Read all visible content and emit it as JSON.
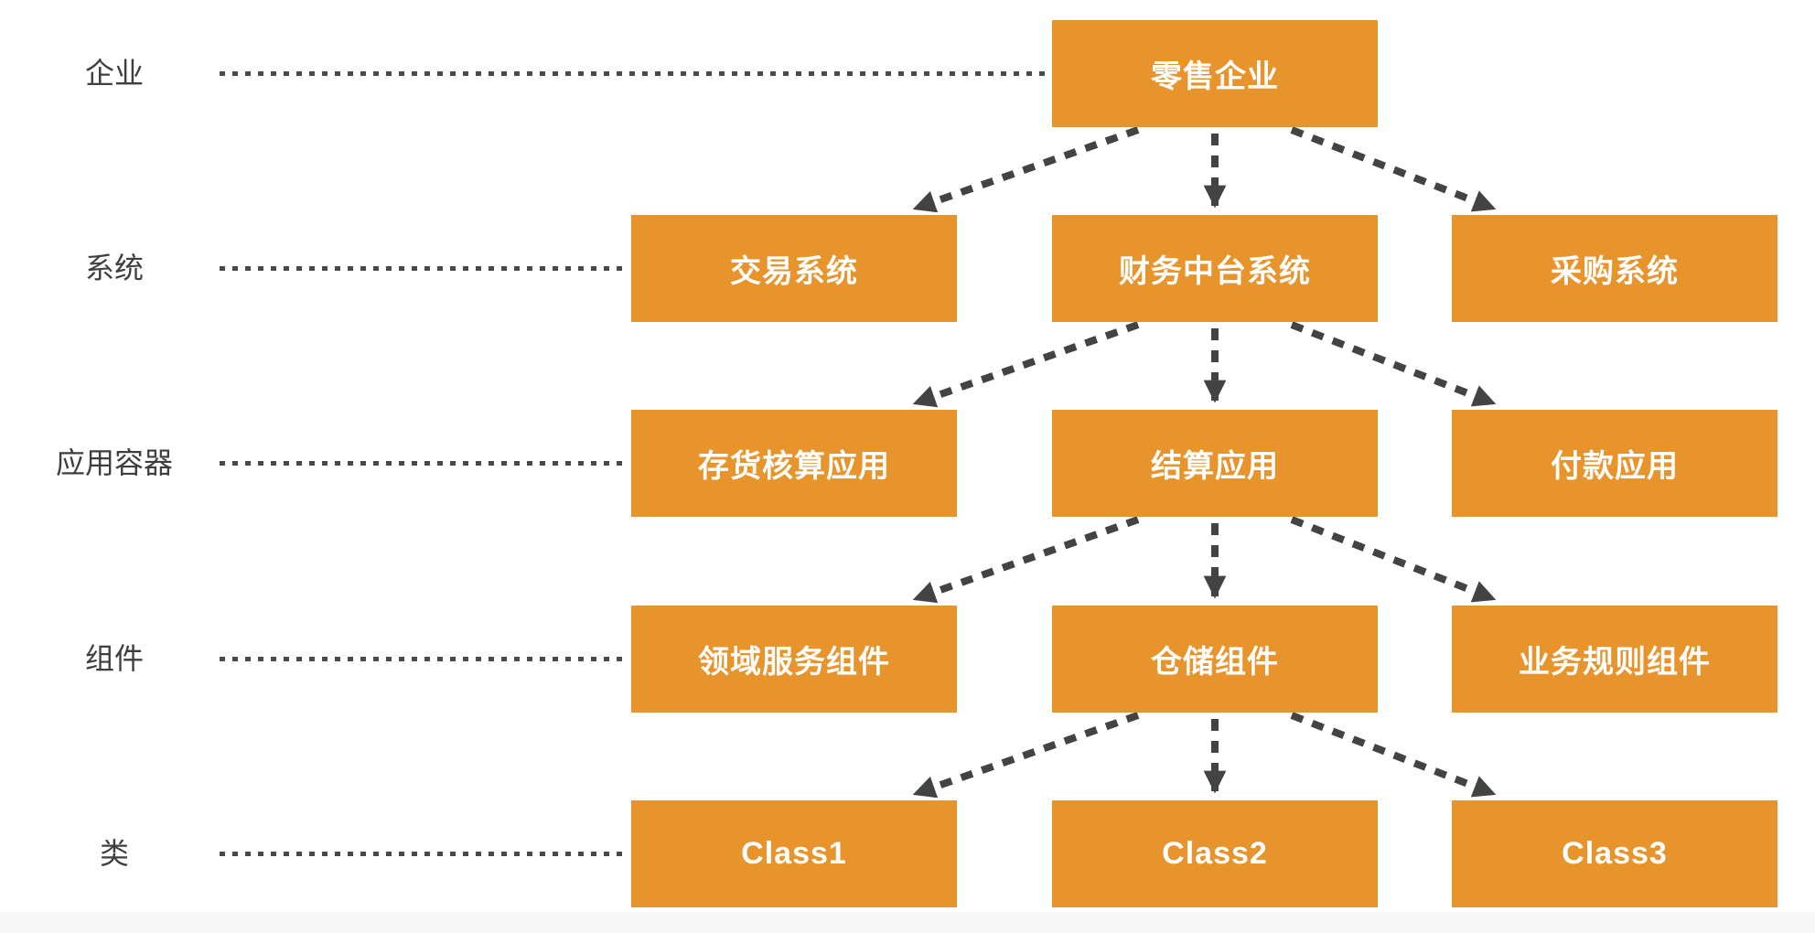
{
  "colors": {
    "node_fill": "#E8942D",
    "node_text": "#FFFFFF",
    "row_label_text": "#3E3E3E",
    "edge_color": "#434343",
    "leader_dot_color": "#4A4A4A",
    "footer_strip": "#F7F7F8",
    "background": "#FFFFFF"
  },
  "diagram": {
    "type": "layered-architecture-diagram",
    "levels": [
      {
        "label": "企业",
        "boxes": [
          {
            "text": "零售企业"
          }
        ]
      },
      {
        "label": "系统",
        "boxes": [
          {
            "text": "交易系统"
          },
          {
            "text": "财务中台系统"
          },
          {
            "text": "采购系统"
          }
        ]
      },
      {
        "label": "应用容器",
        "boxes": [
          {
            "text": "存货核算应用"
          },
          {
            "text": "结算应用"
          },
          {
            "text": "付款应用"
          }
        ]
      },
      {
        "label": "组件",
        "boxes": [
          {
            "text": "领域服务组件"
          },
          {
            "text": "仓储组件"
          },
          {
            "text": "业务规则组件"
          }
        ]
      },
      {
        "label": "类",
        "boxes": [
          {
            "text": "Class1"
          },
          {
            "text": "Class2"
          },
          {
            "text": "Class3"
          }
        ]
      }
    ],
    "edges": [
      {
        "from": "零售企业",
        "to": "交易系统",
        "style": "dashed-arrow"
      },
      {
        "from": "零售企业",
        "to": "财务中台系统",
        "style": "dashed-arrow"
      },
      {
        "from": "零售企业",
        "to": "采购系统",
        "style": "dashed-arrow"
      },
      {
        "from": "财务中台系统",
        "to": "存货核算应用",
        "style": "dashed-arrow"
      },
      {
        "from": "财务中台系统",
        "to": "结算应用",
        "style": "dashed-arrow"
      },
      {
        "from": "财务中台系统",
        "to": "付款应用",
        "style": "dashed-arrow"
      },
      {
        "from": "结算应用",
        "to": "领域服务组件",
        "style": "dashed-arrow"
      },
      {
        "from": "结算应用",
        "to": "仓储组件",
        "style": "dashed-arrow"
      },
      {
        "from": "结算应用",
        "to": "业务规则组件",
        "style": "dashed-arrow"
      },
      {
        "from": "仓储组件",
        "to": "Class1",
        "style": "dashed-arrow"
      },
      {
        "from": "仓储组件",
        "to": "Class2",
        "style": "dashed-arrow"
      },
      {
        "from": "仓储组件",
        "to": "Class3",
        "style": "dashed-arrow"
      }
    ],
    "leader_lines": [
      {
        "label": "企业",
        "style": "dotted"
      },
      {
        "label": "系统",
        "style": "dotted"
      },
      {
        "label": "应用容器",
        "style": "dotted"
      },
      {
        "label": "组件",
        "style": "dotted"
      },
      {
        "label": "类",
        "style": "dotted"
      }
    ]
  }
}
